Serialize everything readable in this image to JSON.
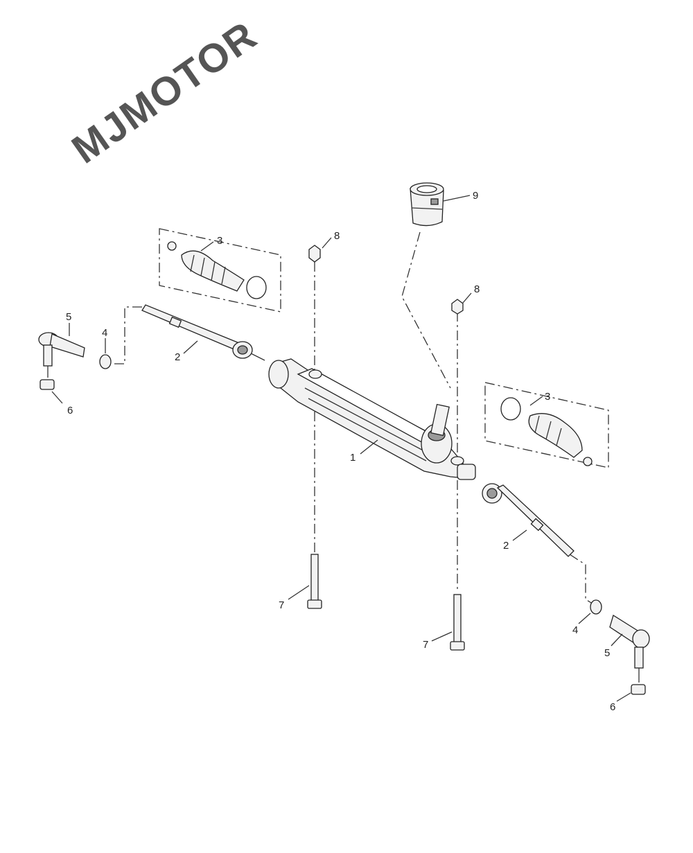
{
  "watermark": "MJMOTOR",
  "callouts": {
    "c1": "1",
    "c2_left": "2",
    "c2_right": "2",
    "c3_left": "3",
    "c3_right": "3",
    "c4_left": "4",
    "c4_right": "4",
    "c5_left": "5",
    "c5_right": "5",
    "c6_left": "6",
    "c6_right": "6",
    "c7_left": "7",
    "c7_right": "7",
    "c8_left": "8",
    "c8_right": "8",
    "c9": "9"
  }
}
